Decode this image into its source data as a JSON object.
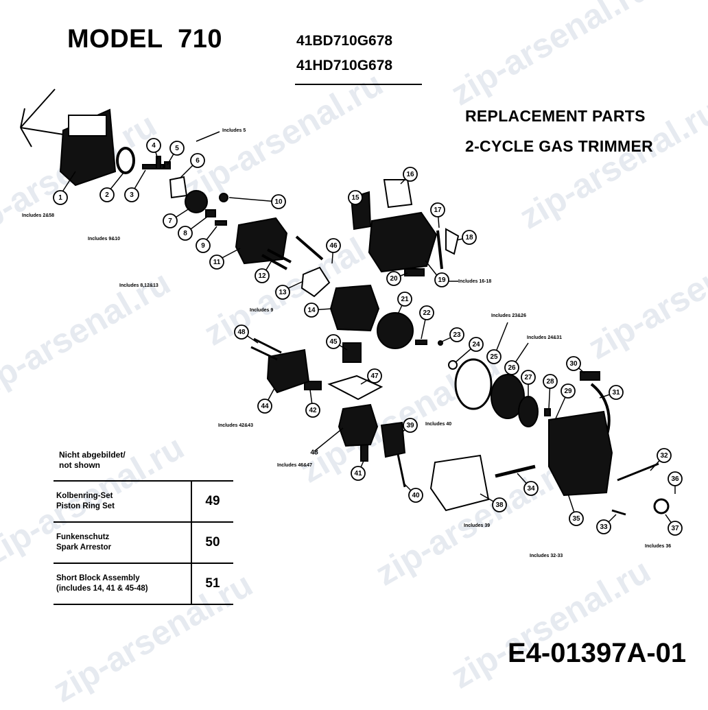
{
  "header": {
    "model": "MODEL  710",
    "model_numbers": [
      "41BD710G678",
      "41HD710G678"
    ],
    "heading_line1": "REPLACEMENT PARTS",
    "heading_line2": "2-CYCLE GAS TRIMMER",
    "document_id": "E4-01397A-01"
  },
  "not_shown_note": {
    "line1": "Nicht abgebildet/",
    "line2": "not shown"
  },
  "parts_table": [
    {
      "line1": "Kolbenring-Set",
      "line2": "Piston Ring Set",
      "part": "49"
    },
    {
      "line1": "Funkenschutz",
      "line2": "Spark Arrestor",
      "part": "50"
    },
    {
      "line1": "Short Block Assembly",
      "line2": "(includes 14, 41 & 45-48)",
      "part": "51"
    }
  ],
  "watermark_text": "zip-arsenal.ru",
  "callouts": [
    "1",
    "2",
    "3",
    "4",
    "5",
    "6",
    "7",
    "8",
    "9",
    "10",
    "11",
    "12",
    "13",
    "14",
    "15",
    "16",
    "17",
    "18",
    "19",
    "20",
    "21",
    "22",
    "23",
    "24",
    "25",
    "26",
    "27",
    "28",
    "29",
    "30",
    "31",
    "32",
    "33",
    "34",
    "35",
    "36",
    "37",
    "38",
    "39",
    "40",
    "41",
    "42",
    "44",
    "45",
    "46",
    "47",
    "48"
  ],
  "includes_labels": [
    "Includes 5",
    "Includes 2&58",
    "Includes 9&10",
    "Includes 8,12&13",
    "Includes 9",
    "Includes 16-18",
    "Includes 23&26",
    "Includes 24&31",
    "Includes 40",
    "Includes 42&43",
    "Includes 46&47",
    "Includes 39",
    "Includes 32-33",
    "Includes 36"
  ],
  "label_48": "48"
}
